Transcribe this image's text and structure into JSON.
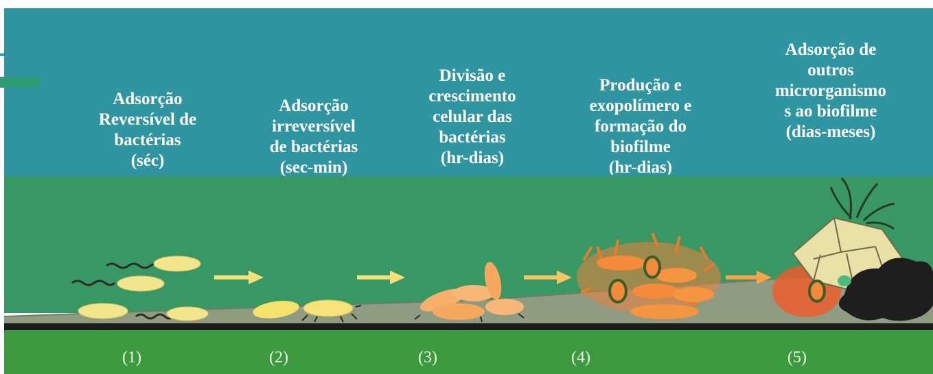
{
  "diagram": {
    "colors": {
      "water": "#2f96a1",
      "biofilm_zone": "#389864",
      "surface": "#8a9a7e",
      "base_line": "#1c1c1c",
      "substrate": "#3b9a3e",
      "bacteria_yellow": "#f1e38a",
      "bacteria_orange": "#f5a860",
      "arrow": "#f5e07a"
    },
    "stages": [
      {
        "number": "(1)",
        "title_lines": [
          "Adsorção",
          "Reversível de",
          "bactérias",
          "(séc)"
        ]
      },
      {
        "number": "(2)",
        "title_lines": [
          "Adsorção",
          "irreversível",
          "de bactérias",
          "(sec-min)"
        ]
      },
      {
        "number": "(3)",
        "title_lines": [
          "Divisão e",
          "crescimento",
          "celular das",
          "bactérias",
          "(hr-dias)"
        ]
      },
      {
        "number": "(4)",
        "title_lines": [
          "Produção e",
          "exopolímero e",
          "formação do",
          "biofilme",
          "(hr-dias)"
        ]
      },
      {
        "number": "(5)",
        "title_lines": [
          "Adsorção de",
          "outros",
          "microrganismo",
          "s ao biofilme",
          "(dias-meses)"
        ]
      }
    ]
  }
}
